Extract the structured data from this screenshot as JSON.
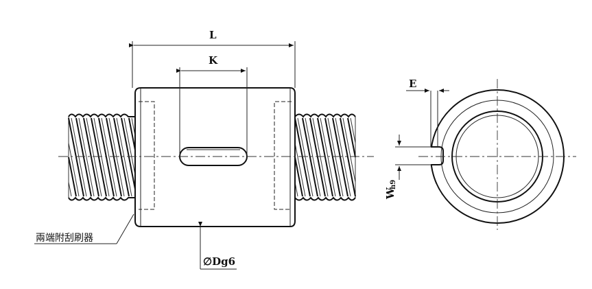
{
  "labels": {
    "length": "L",
    "key_length": "K",
    "flat_e": "E",
    "width_w": "W",
    "width_tol": "h9",
    "diameter": "∅Dg6",
    "wiper_note": "兩端附刮刷器"
  },
  "colors": {
    "line": "#111111",
    "background": "#ffffff"
  }
}
